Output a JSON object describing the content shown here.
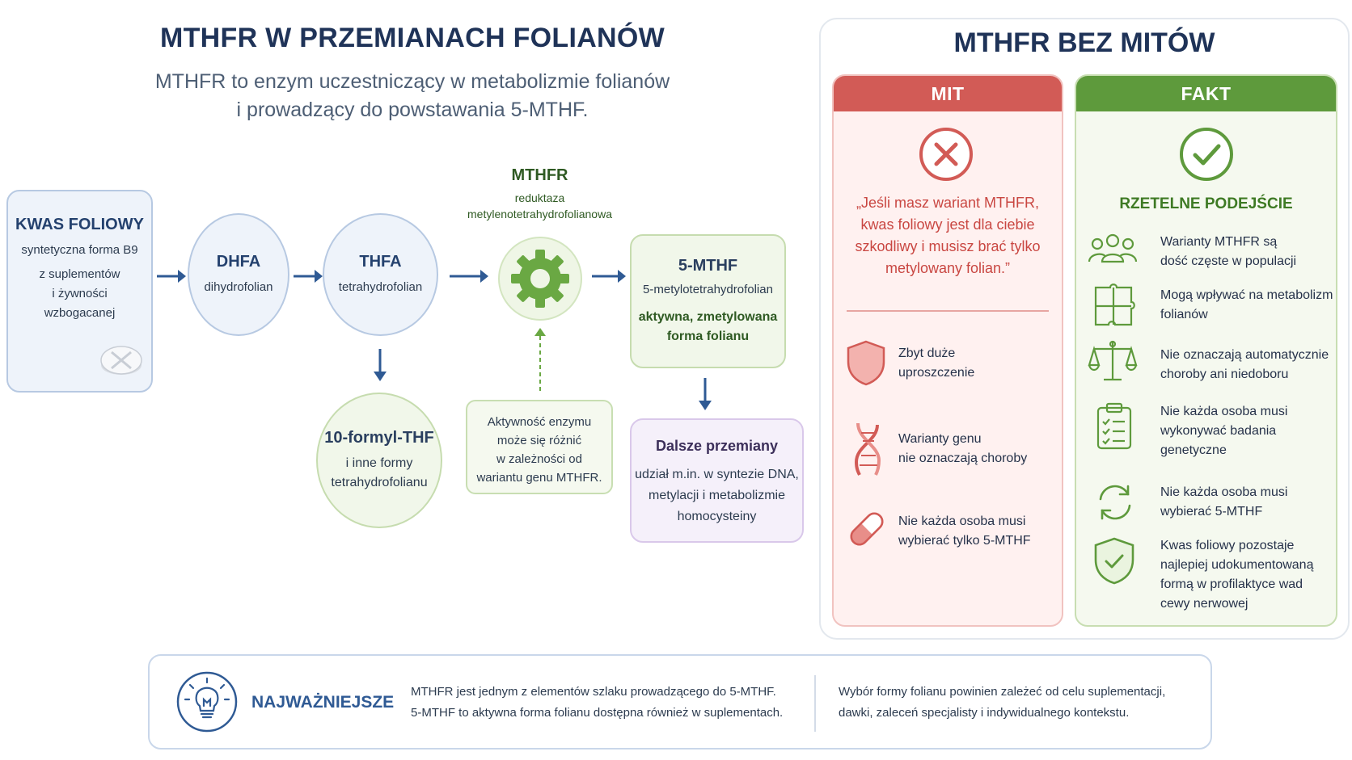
{
  "header": {
    "title": "MTHFR W PRZEMIANACH FOLIANÓW",
    "subtitle_line1": "MTHFR to enzym uczestniczący w metabolizmie folianów",
    "subtitle_line2": "i prowadzący do powstawania 5-MTHF."
  },
  "pathway": {
    "folic_acid": {
      "title": "KWAS FOLIOWY",
      "line1": "syntetyczna forma B9",
      "line2": "z suplementów",
      "line3": "i żywności",
      "line4": "wzbogacanej",
      "icon": "pill-icon"
    },
    "dhfa": {
      "title": "DHFA",
      "subtitle": "dihydrofolian"
    },
    "thfa": {
      "title": "THFA",
      "subtitle": "tetrahydrofolian"
    },
    "enzyme": {
      "title": "MTHFR",
      "line1": "reduktaza",
      "line2": "metylenotetrahydrofolianowa",
      "icon": "gear-icon"
    },
    "mthf": {
      "title": "5-MTHF",
      "subtitle": "5-metylotetrahydrofolian",
      "line1": "aktywna, zmetylowana",
      "line2": "forma folianu"
    },
    "formyl": {
      "title": "10-formyl-THF",
      "line1": "i inne formy",
      "line2": "tetrahydrofolianu"
    },
    "activity_note": {
      "line1": "Aktywność enzymu",
      "line2": "może się różnić",
      "line3": "w zależności od",
      "line4": "wariantu genu MTHFR."
    },
    "further": {
      "title": "Dalsze przemiany",
      "line1": "udział m.in. w syntezie DNA,",
      "line2": "metylacji i metabolizmie",
      "line3": "homocysteiny"
    }
  },
  "myths": {
    "panel_title": "MTHFR BEZ MITÓW",
    "myth_column": {
      "header": "MIT",
      "icon": "x-circle-icon",
      "quote_line1": "„Jeśli masz wariant MTHFR,",
      "quote_line2": "kwas foliowy jest dla ciebie",
      "quote_line3": "szkodliwy i musisz brać tylko",
      "quote_line4": "metylowany folian.”",
      "items": [
        {
          "icon": "shield-icon",
          "line1": "Zbyt duże",
          "line2": "uproszczenie"
        },
        {
          "icon": "dna-icon",
          "line1": "Warianty genu",
          "line2": "nie oznaczają choroby"
        },
        {
          "icon": "capsule-icon",
          "line1": "Nie każda osoba musi",
          "line2": "wybierać tylko 5-MTHF"
        }
      ]
    },
    "fact_column": {
      "header": "FAKT",
      "icon": "check-circle-icon",
      "subheader": "RZETELNE PODEJŚCIE",
      "items": [
        {
          "icon": "people-icon",
          "line1": "Warianty MTHFR są",
          "line2": "dość częste w populacji",
          "line3": ""
        },
        {
          "icon": "puzzle-icon",
          "line1": "Mogą wpływać na metabolizm",
          "line2": "folianów",
          "line3": ""
        },
        {
          "icon": "scales-icon",
          "line1": "Nie oznaczają automatycznie",
          "line2": "choroby ani niedoboru",
          "line3": ""
        },
        {
          "icon": "clipboard-icon",
          "line1": "Nie każda osoba musi",
          "line2": "wykonywać badania",
          "line3": "genetyczne"
        },
        {
          "icon": "refresh-icon",
          "line1": "Nie każda osoba musi",
          "line2": "wybierać 5-MTHF",
          "line3": ""
        },
        {
          "icon": "shield-check-icon",
          "line1": "Kwas foliowy pozostaje",
          "line2": "najlepiej udokumentowaną",
          "line3": "formą w profilaktyce wad",
          "line4": "cewy nerwowej"
        }
      ]
    }
  },
  "summary": {
    "icon": "lightbulb-icon",
    "label": "NAJWAŻNIEJSZE",
    "left_line1": "MTHFR jest jednym z elementów szlaku prowadzącego do 5-MTHF.",
    "left_line2": "5-MTHF to aktywna forma folianu dostępna również w suplementach.",
    "right_line1": "Wybór formy folianu powinien zależeć od celu suplementacji,",
    "right_line2": "dawki, zaleceń specjalisty i indywidualnego kontekstu."
  },
  "colors": {
    "navy": "#1f3358",
    "blue_arrow": "#2f5a94",
    "green": "#5e9a3c",
    "red": "#d25b56"
  }
}
